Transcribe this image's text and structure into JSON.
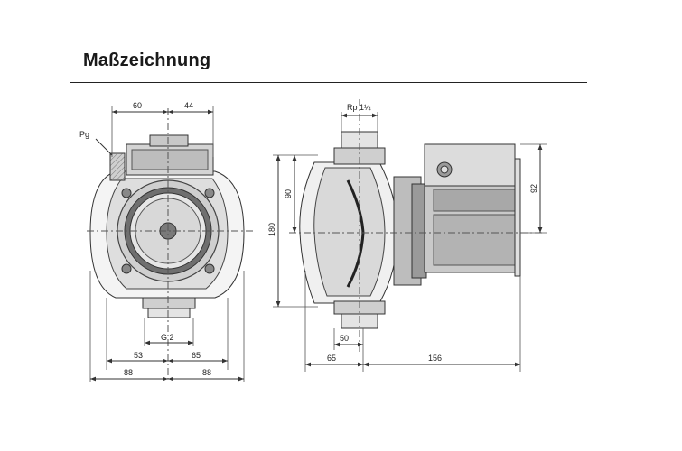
{
  "heading": {
    "title": "Maßzeichnung"
  },
  "front_view": {
    "dim_top_left": "60",
    "dim_top_right": "44",
    "label_cable": "Pg",
    "label_thread": "G 2",
    "dim_bottom_left_inner": "53",
    "dim_bottom_right_inner": "65",
    "dim_bottom_left_outer": "88",
    "dim_bottom_right_outer": "88"
  },
  "side_view": {
    "label_connection": "Rp 1¼",
    "dim_height_total": "180",
    "dim_height_half": "90",
    "dim_motor_height": "92",
    "dim_flange_width": "50",
    "dim_base_left": "65",
    "dim_motor_length": "156"
  },
  "colors": {
    "line": "#333333",
    "fill_light": "#e6e6e6",
    "fill_mid": "#b8b8b8",
    "fill_dark": "#6f6f6f"
  }
}
